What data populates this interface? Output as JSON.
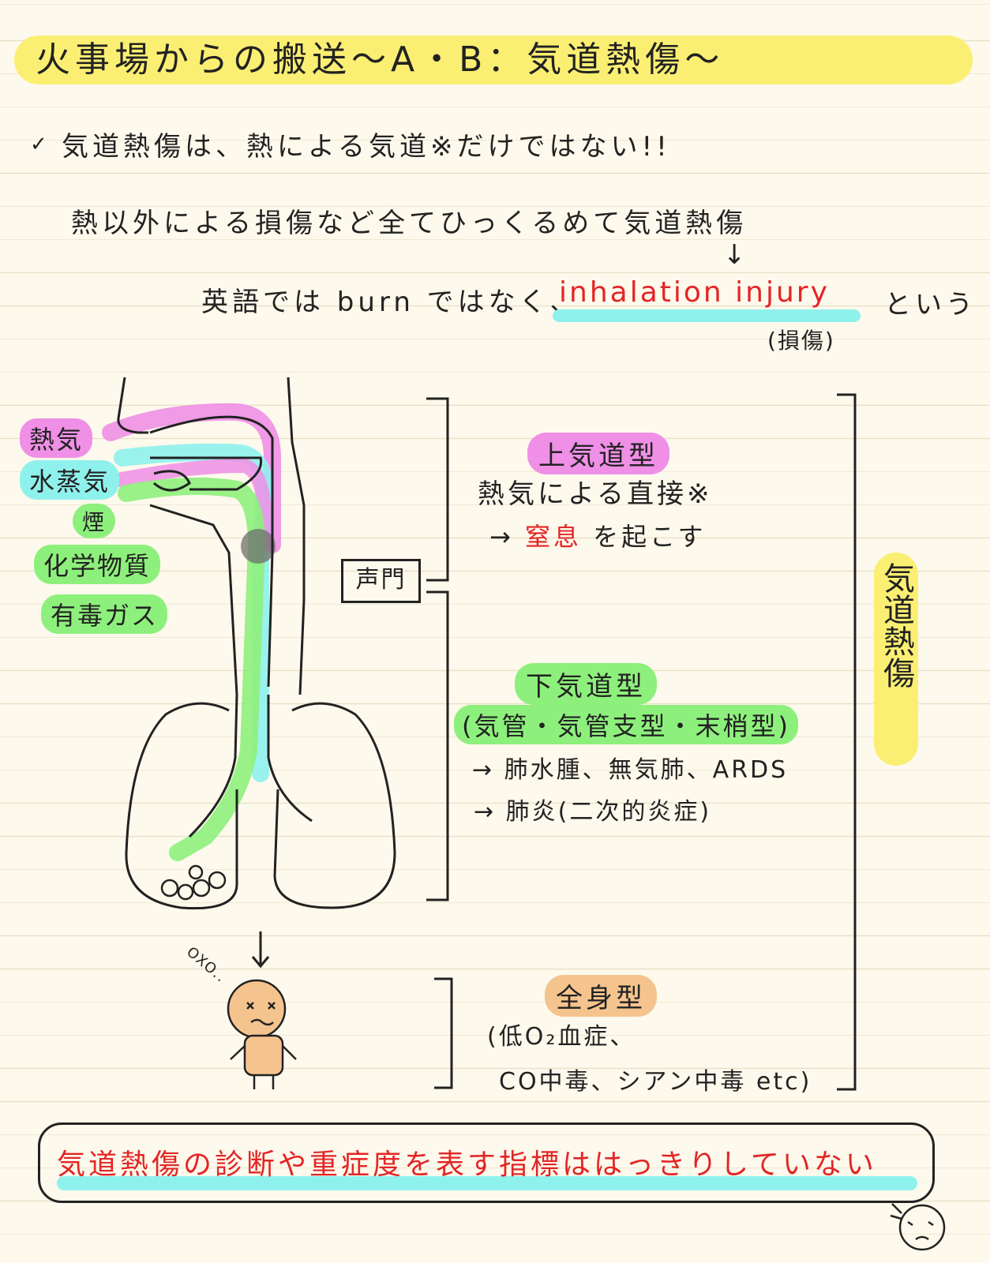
{
  "title": "火事場からの搬送〜A・B：気道熱傷〜",
  "intro": {
    "check_mark": "✓",
    "line1": "気道熱傷は、熱による気道※だけではない!!",
    "line2": "熱以外による損傷など全てひっくるめて気道熱傷",
    "arrow": "↓",
    "line3_prefix": "英語では burn ではなく、",
    "line3_term": "inhalation injury",
    "line3_suffix": "という",
    "line3_note": "(損傷)"
  },
  "causes": [
    "熱気",
    "水蒸気",
    "煙",
    "化学物質",
    "有毒ガス"
  ],
  "diagram_label": "声門",
  "upper": {
    "title": "上気道型",
    "line1": "熱気による直接※",
    "line2_arrow": "→",
    "line2_red": "窒息",
    "line2_rest": "を起こす"
  },
  "lower": {
    "title": "下気道型",
    "subtitle": "(気管・気管支型・末梢型)",
    "line1": "→ 肺水腫、無気肺、ARDS",
    "line2": "→ 肺炎(二次的炎症)"
  },
  "systemic": {
    "title": "全身型",
    "line1": "(低O₂血症、",
    "line2": "CO中毒、シアン中毒 etc)"
  },
  "side_label": "気道熱傷",
  "conclusion": "気道熱傷の診断や重症度を表す指標ははっきりしていない",
  "annotations": {
    "dizzy": "OXO..",
    "down_arrow": "↓"
  },
  "colors": {
    "yellow": "#fbef73",
    "pink": "#ef8fe6",
    "cyan": "#8ff1ec",
    "green": "#8ef07c",
    "orange": "#f5c48e",
    "red_text": "#e32525"
  }
}
